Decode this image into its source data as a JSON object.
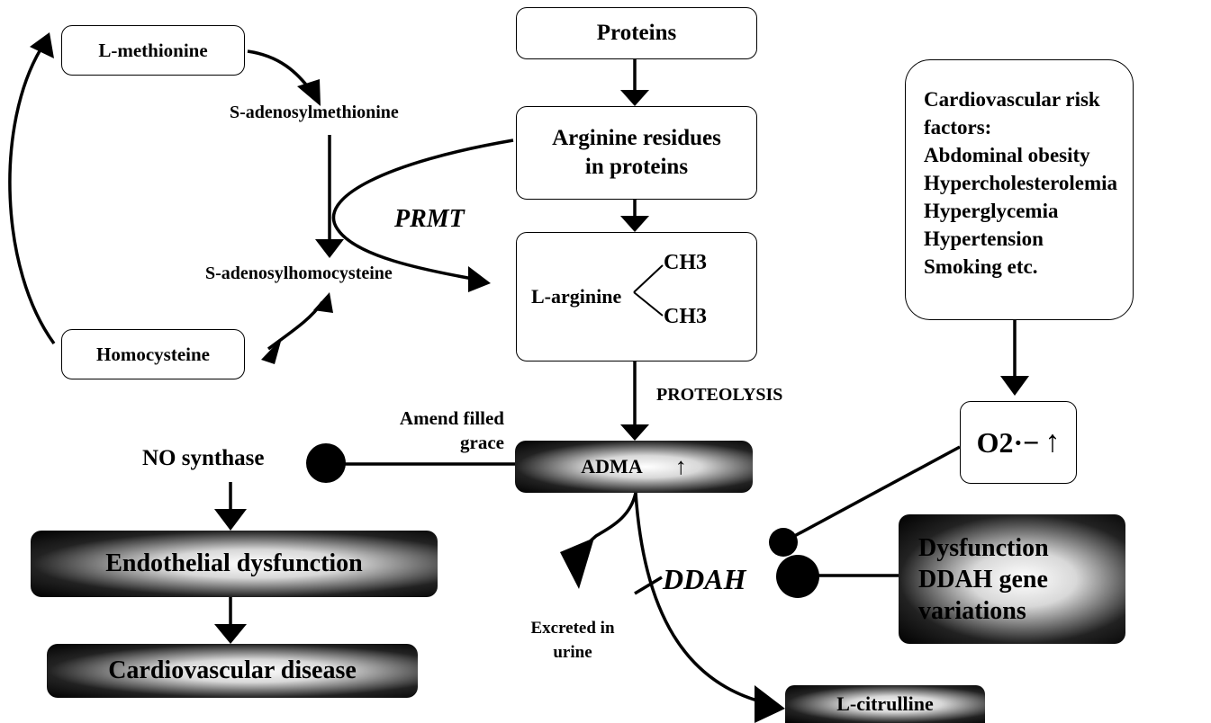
{
  "nodes": {
    "methionine": "L-methionine",
    "sam": "S-adenosylmethionine",
    "sah": "S-adenosylhomocysteine",
    "homocysteine": "Homocysteine",
    "proteins": "Proteins",
    "arginine_residues": "Arginine residues in proteins",
    "l_arginine": "L-arginine",
    "ch3_top": "CH3",
    "ch3_bottom": "CH3",
    "risk_title": "Cardiovascular risk factors:",
    "risk_items": [
      "Abdominal obesity",
      "Hypercholesterolemia",
      "Hyperglycemia",
      "Hypertension",
      "Smoking etc."
    ],
    "o2": "O2·−",
    "adma": "ADMA",
    "no_synthase": "NO synthase",
    "endothelial": "Endothelial dysfunction",
    "cv_disease": "Cardiovascular disease",
    "dysfunction_box": "Dysfunction DDAH gene variations",
    "excreted": "Excreted in urine",
    "citrulline": "L-citrulline"
  },
  "labels": {
    "prmt": "PRMT",
    "proteolysis": "PROTEOLYSIS",
    "amend": "Amend filled grace",
    "ddah": "DDAH"
  }
}
